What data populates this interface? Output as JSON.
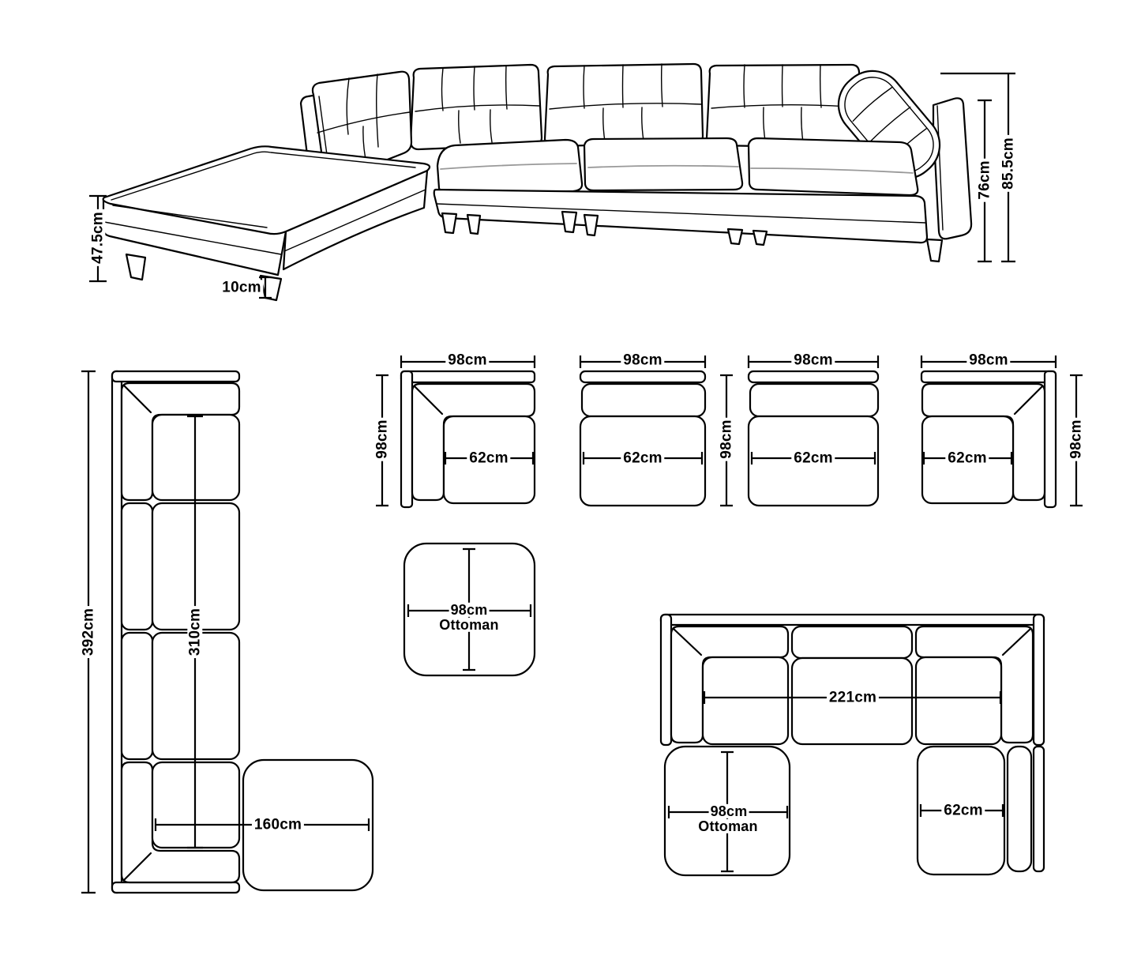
{
  "colors": {
    "ink": "#000000",
    "paper": "#ffffff",
    "piping": "#999999"
  },
  "perspective_view": {
    "seat_height": "47.5cm",
    "leg_height": "10cm",
    "back_height": "76cm",
    "overall_height": "85.5cm"
  },
  "l_plan": {
    "overall_length": "392cm",
    "inner_length": "310cm",
    "chaise_length": "160cm"
  },
  "modules": {
    "corner_left": {
      "width": "98cm",
      "depth": "98cm",
      "seat_width": "62cm"
    },
    "armless_1": {
      "width": "98cm",
      "seat_width": "62cm"
    },
    "armless_2": {
      "width": "98cm",
      "depth": "98cm",
      "seat_width": "62cm"
    },
    "corner_right": {
      "width": "98cm",
      "depth": "98cm",
      "seat_width": "62cm"
    }
  },
  "ottoman": {
    "size": "98cm",
    "label": "Ottoman"
  },
  "u_plan": {
    "seat_run": "221cm",
    "ottoman_size": "98cm",
    "ottoman_label": "Ottoman",
    "chaise_seat_width": "62cm"
  }
}
